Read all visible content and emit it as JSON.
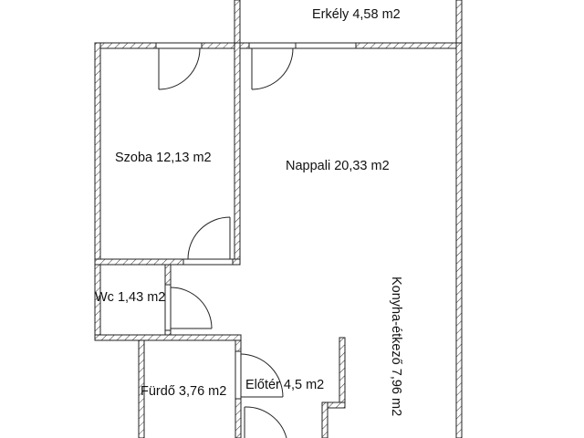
{
  "plan": {
    "rooms": [
      {
        "id": "erkely",
        "label": "Erkély 4,58 m2"
      },
      {
        "id": "szoba",
        "label": "Szoba 12,13 m2"
      },
      {
        "id": "nappali",
        "label": "Nappali 20,33 m2"
      },
      {
        "id": "wc",
        "label": "Wc 1,43 m2"
      },
      {
        "id": "furdo",
        "label": "Fürdő 3,76 m2"
      },
      {
        "id": "eloter",
        "label": "Előtér 4,5 m2"
      },
      {
        "id": "konyha",
        "label": "Konyha-étkező 7,96 m2"
      }
    ],
    "colors": {
      "wall_stroke": "#222222",
      "background": "#ffffff",
      "text": "#111111"
    }
  }
}
